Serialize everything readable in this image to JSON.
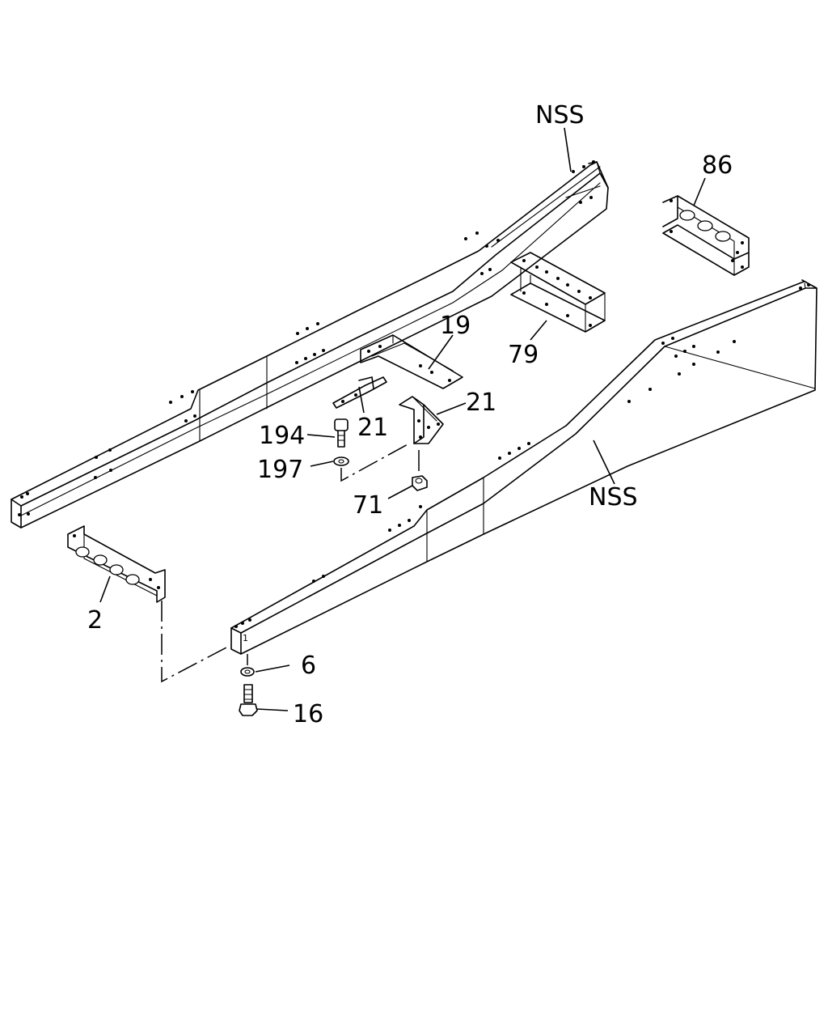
{
  "diagram": {
    "labels": {
      "nss_top": "NSS",
      "nss_right": "NSS",
      "part_86": "86",
      "part_19": "19",
      "part_79": "79",
      "part_21_left": "21",
      "part_21_right": "21",
      "part_194": "194",
      "part_197": "197",
      "part_71": "71",
      "part_2": "2",
      "part_6": "6",
      "part_16": "16",
      "rail_mark": "1"
    }
  }
}
